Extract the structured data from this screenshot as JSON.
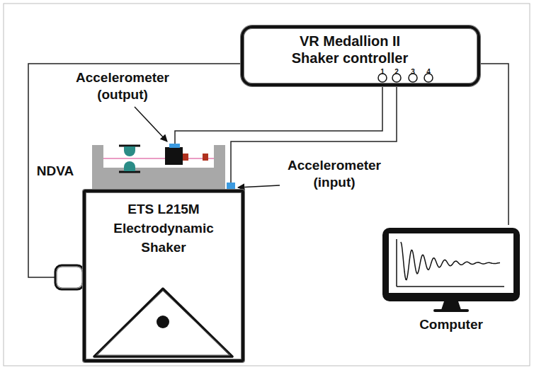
{
  "diagram": {
    "nodes": [
      {
        "text": [
          "VR Medallion II Shaker controller"
        ]
      },
      {
        "text": [
          "NDVA"
        ]
      },
      {
        "text": [
          "ETS L215M Electrodynamic Shaker"
        ]
      },
      {
        "text": [
          "Computer"
        ]
      }
    ],
    "edges": [
      {
        "from": 0,
        "to": 2,
        "arrow": "none"
      },
      {
        "from": 0,
        "to": 1,
        "arrow": "none"
      },
      {
        "from": 0,
        "to": 2,
        "arrow": "none"
      },
      {
        "from": 0,
        "to": 3,
        "arrow": "none"
      }
    ],
    "labels": [
      "1",
      "2",
      "3",
      "4",
      "Accelerometer (output)",
      "Accelerometer (input)"
    ]
  }
}
